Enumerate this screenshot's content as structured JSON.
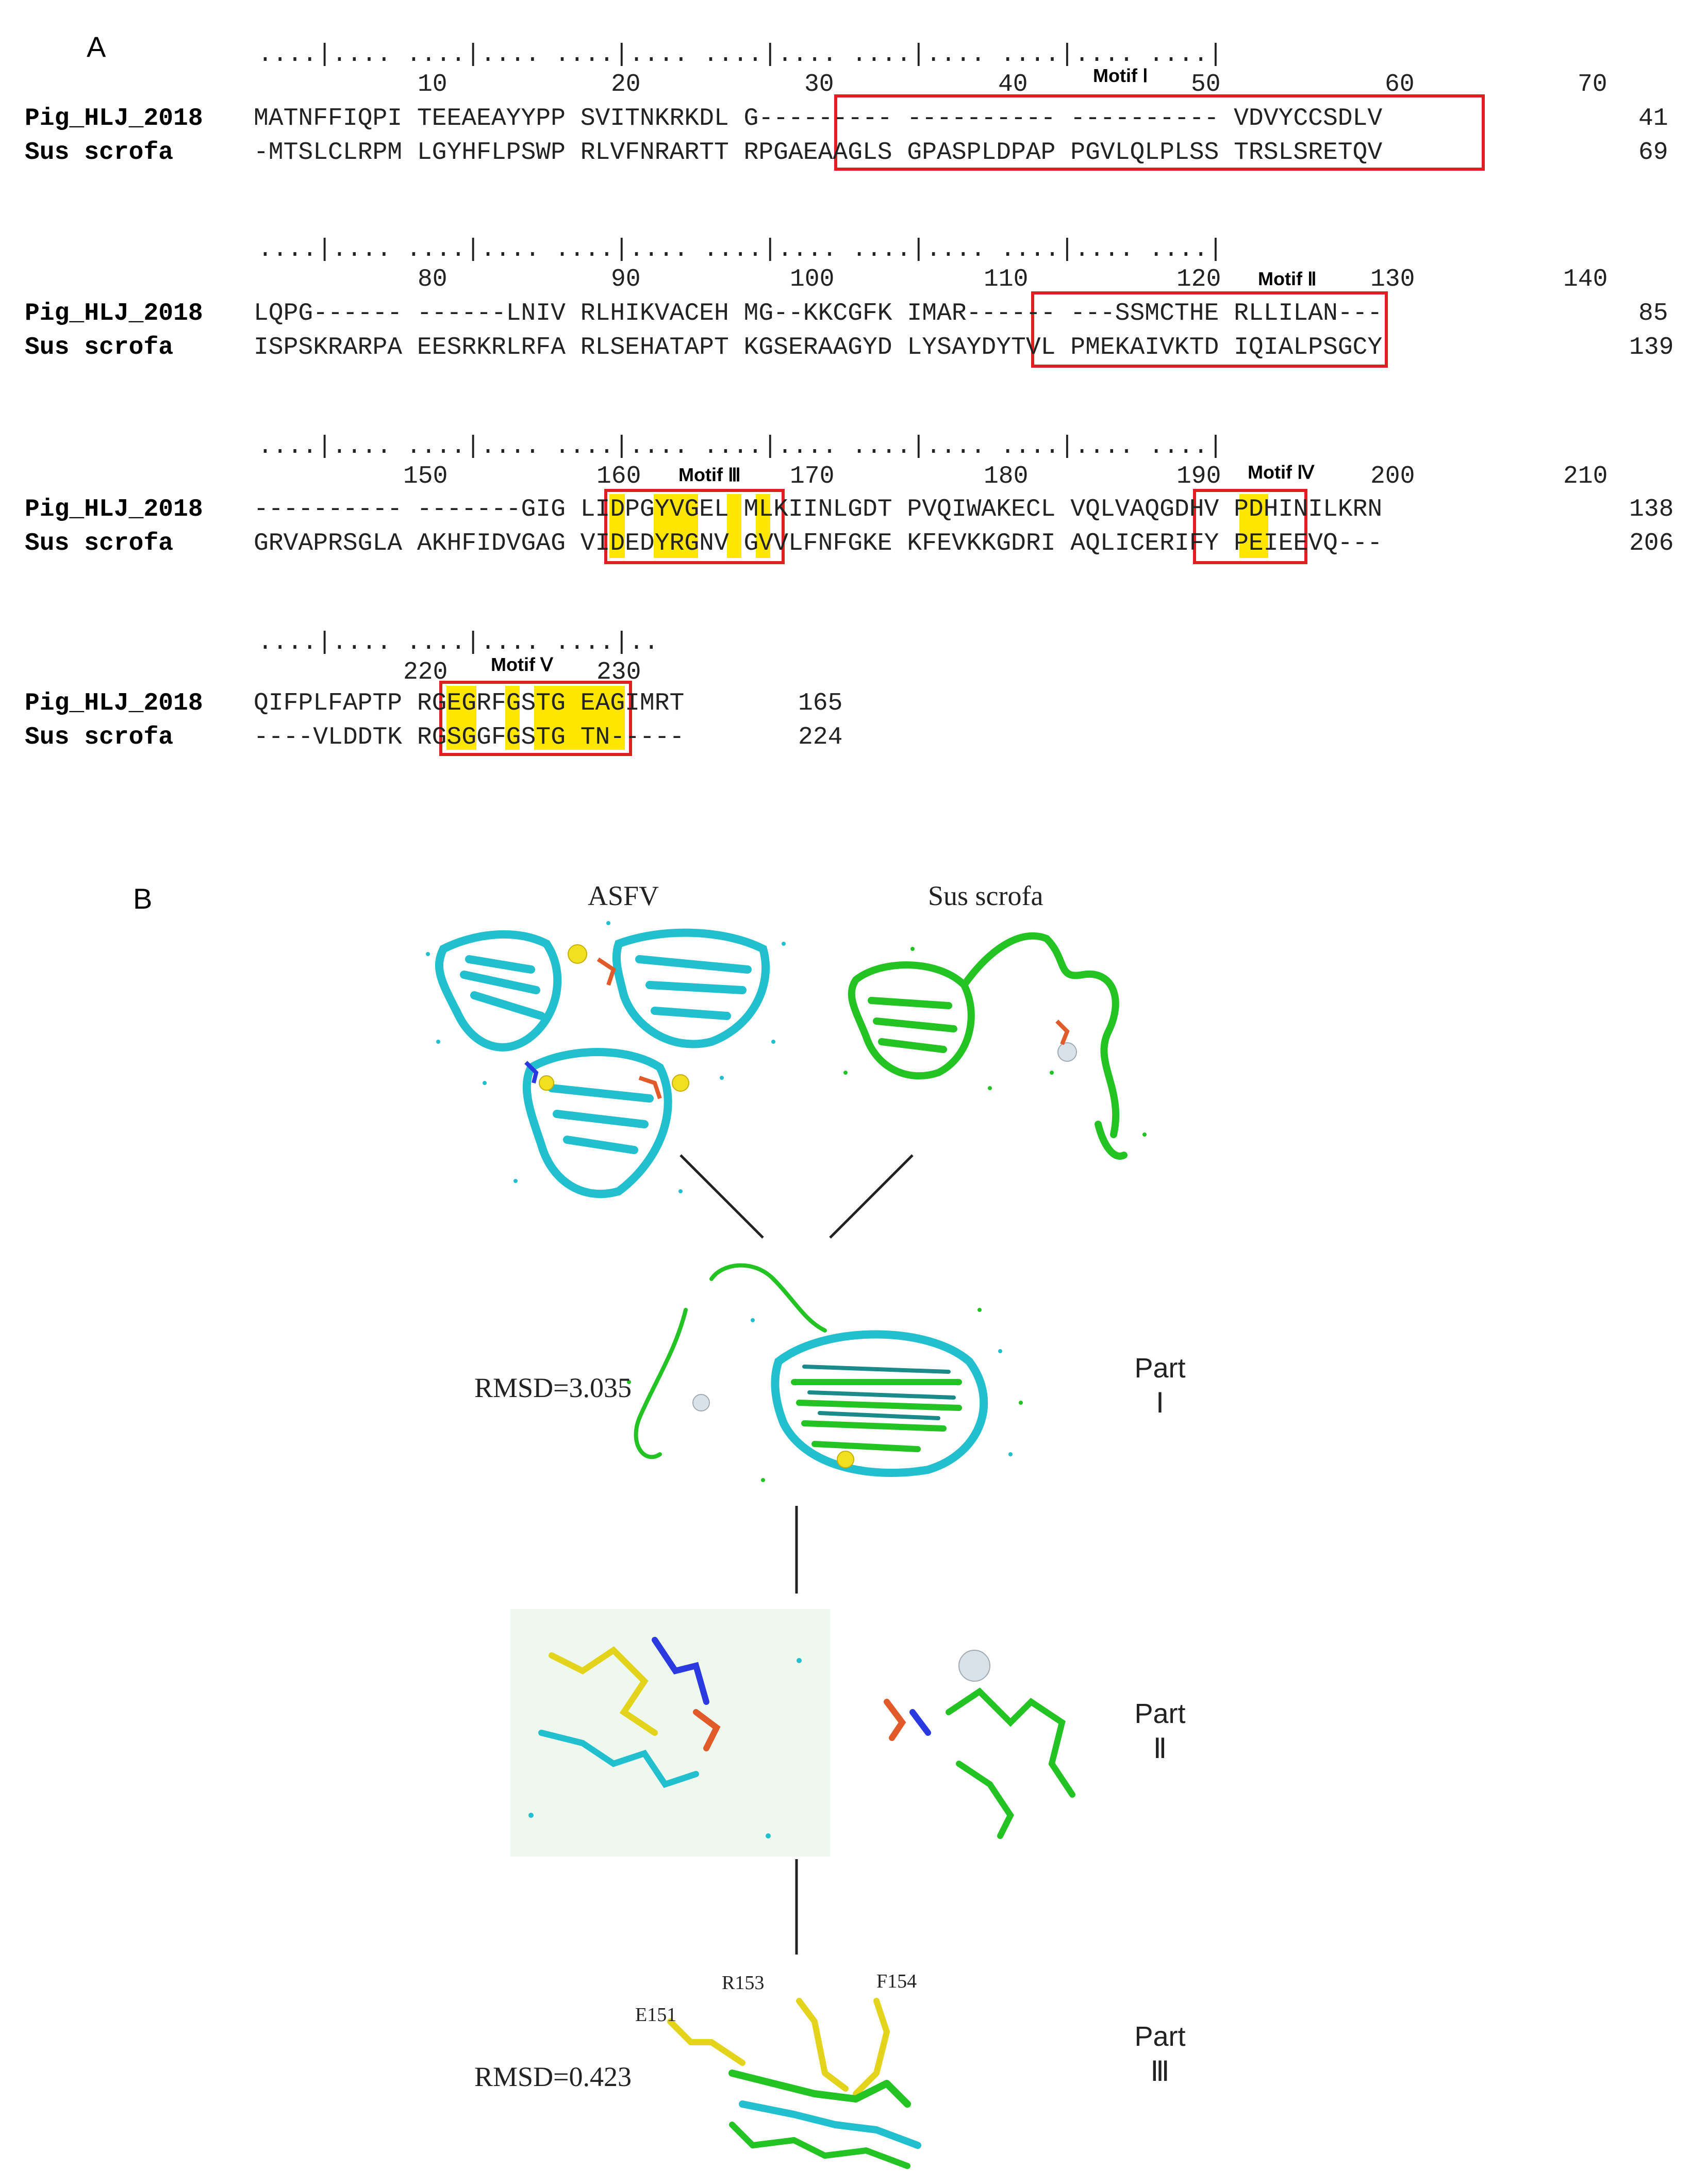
{
  "panel_a": {
    "label": "A",
    "blocks": [
      {
        "ruler": "....|.... ....|.... ....|.... ....|.... ....|.... ....|.... ....|",
        "ticks": [
          "10",
          "20",
          "30",
          "40",
          "50",
          "60",
          "70"
        ],
        "rows": [
          {
            "name": "Pig_HLJ_2018",
            "seq": "MATNFFIQPI TEEAEAYYPP SVITNKRKDL G--------- ---------- ---------- VDVYCCSDLV",
            "end": "41"
          },
          {
            "name": "Sus scrofa",
            "seq": "-MTSLCLRPM LGYHFLPSWP RLVFNRARTT RPGAEAAGLS GPASPLDPAP PGVLQLPLSS TRSLSRETQV",
            "end": "69"
          }
        ],
        "motif": "Motif Ⅰ"
      },
      {
        "ruler": "....|.... ....|.... ....|.... ....|.... ....|.... ....|.... ....|",
        "ticks": [
          "80",
          "90",
          "100",
          "110",
          "120",
          "130",
          "140"
        ],
        "rows": [
          {
            "name": "Pig_HLJ_2018",
            "seq": "LQPG------ ------LNIV RLHIKVACEH MG--KKCGFK IMAR------ ---SSMCTHE RLLILAN---",
            "end": "85"
          },
          {
            "name": "Sus scrofa",
            "seq": "ISPSKRARPA EESRKRLRFA RLSEHATAPT KGSERAAGYD LYSAYDYTVL PMEKAIVKTD IQIALPSGCY",
            "end": "139"
          }
        ],
        "motif": "Motif Ⅱ"
      },
      {
        "ruler": "....|.... ....|.... ....|.... ....|.... ....|.... ....|.... ....|",
        "ticks": [
          "150",
          "160",
          "170",
          "180",
          "190",
          "200",
          "210"
        ],
        "rows": [
          {
            "name": "Pig_HLJ_2018",
            "seq": "---------- -------GIG LIDPGYVGEL MLKIINLGDT PVQIWAKECL VQLVAQGDHV PDHINILKRN",
            "end": "138"
          },
          {
            "name": "Sus scrofa",
            "seq": "GRVAPRSGLA AKHFIDVGAG VIDEDYRGNV GVVLFNFGKE KFEVKKGDRI AQLICERIFY PEIEEVQ---",
            "end": "206"
          }
        ],
        "motif_a": "Motif Ⅲ",
        "motif_b": "Motif Ⅳ"
      },
      {
        "ruler": "....|.... ....|.... ....|..",
        "ticks": [
          "220",
          "230"
        ],
        "rows": [
          {
            "name": "Pig_HLJ_2018",
            "seq": "QIFPLFAPTP RGEGRFGSTG EAGIMRT",
            "end": "165"
          },
          {
            "name": "Sus scrofa",
            "seq": "----VLDDTK RGSGGFGSTG TN-----",
            "end": "224"
          }
        ],
        "motif": "Motif Ⅴ"
      }
    ]
  },
  "panel_b": {
    "label": "B",
    "asfv_title": "ASFV",
    "sus_title": "Sus scrofa",
    "rmsd_1": "RMSD=3.035",
    "rmsd_2": "RMSD=0.423",
    "part_1": [
      "Part",
      "Ⅰ"
    ],
    "part_2": [
      "Part",
      "Ⅱ"
    ],
    "part_3": [
      "Part",
      "Ⅲ"
    ],
    "residues": [
      "E151",
      "R153",
      "F154"
    ],
    "colors": {
      "asfv": "#22c0cf",
      "sus": "#22c322",
      "highlight": "#e3d31a",
      "motif_box": "#e02020",
      "motif_fill": "#ffe600"
    }
  }
}
